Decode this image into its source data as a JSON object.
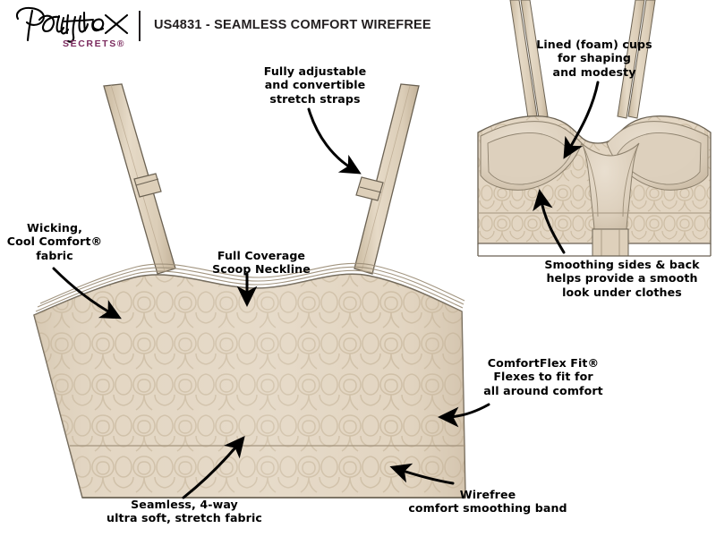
{
  "header": {
    "brand_script": "Playtex",
    "brand_sub": "SECRETS®",
    "title": "US4831 - SEAMLESS COMFORT WIREFREE",
    "brand_color": "#7b2a5e",
    "title_color": "#231f20"
  },
  "callouts": {
    "straps": "Fully adjustable\nand convertible\nstretch straps",
    "wicking": "Wicking,\nCool Comfort®\nfabric",
    "neckline": "Full Coverage\nScoop Neckline",
    "comfortflex": "ComfortFlex Fit®\nFlexes to fit for\nall around comfort",
    "seamless": "Seamless, 4-way\nultra soft, stretch fabric",
    "wirefree": "Wirefree\ncomfort smoothing band",
    "lined_cups": "Lined (foam) cups\nfor shaping\nand modesty",
    "smoothing": "Smoothing sides & back\nhelps provide a smooth\nlook under clothes"
  },
  "colors": {
    "fabric_base": "#e3d6c3",
    "fabric_light": "#ece2d3",
    "fabric_shadow": "#d6c7b1",
    "pattern_line": "#cdbda4",
    "outline": "#6b6253",
    "strap": "#ded0bb",
    "cup_fill": "#ded2c0",
    "cup_shade": "#cfc2ad",
    "arrow": "#000000",
    "background": "#ffffff"
  },
  "figures": {
    "front_view_label": "front-view-bra",
    "inside_view_label": "inside-view-bra"
  }
}
